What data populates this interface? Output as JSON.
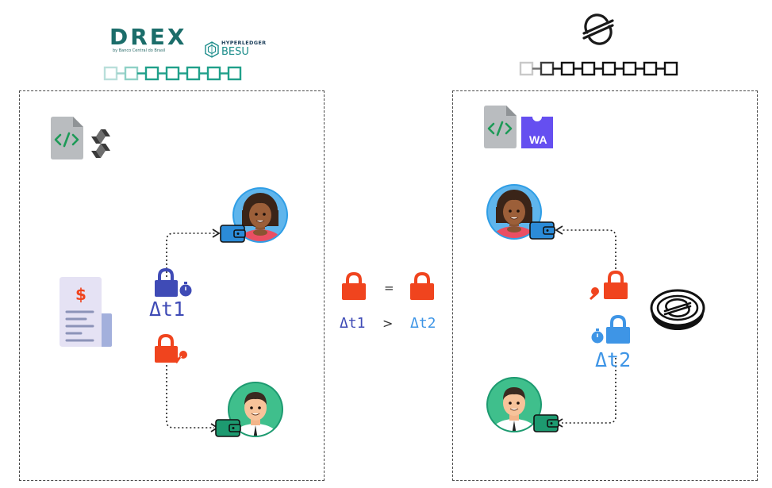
{
  "logos": {
    "drex_title": "DREX",
    "drex_subtitle": "by Banco Central do Brasil",
    "hyperledger_top": "HYPERLEDGER",
    "hyperledger_bottom": "BESU",
    "wasm_label": "WA"
  },
  "labels": {
    "left_timelock": "Δt1",
    "right_timelock": "Δt2",
    "center_left_delta": "Δt1",
    "center_operator": ">",
    "center_right_delta": "Δt2",
    "center_equals": "=",
    "invoice_symbol": "$"
  },
  "colors": {
    "red": "#f0441e",
    "indigo": "#3f4bb6",
    "blue": "#3e95e6",
    "teal": "#1e9e8b",
    "wallet_blue": "#2b8bd8",
    "wallet_green": "#1d9a70"
  }
}
